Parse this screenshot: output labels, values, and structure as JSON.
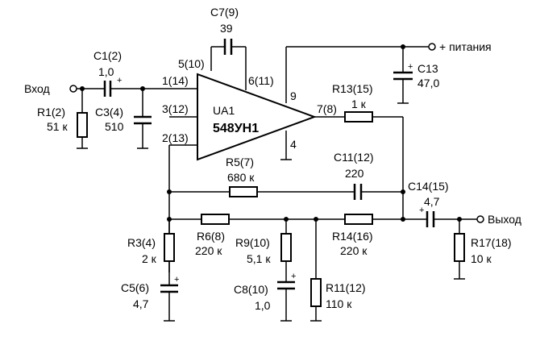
{
  "input_label": "Вход",
  "output_label": "Выход",
  "power_label": "+ питания",
  "opamp": {
    "name": "UA1",
    "part": "548УН1"
  },
  "pins": {
    "p1": "1(14)",
    "p2": "2(13)",
    "p3": "3(12)",
    "p4": "4",
    "p5": "5(10)",
    "p6": "6(11)",
    "p7": "7(8)",
    "p9": "9"
  },
  "components": {
    "C1": {
      "ref": "C1(2)",
      "value": "1,0"
    },
    "R1": {
      "ref": "R1(2)",
      "value": "51 к"
    },
    "C3": {
      "ref": "C3(4)",
      "value": "510"
    },
    "C7": {
      "ref": "C7(9)",
      "value": "39"
    },
    "C13": {
      "ref": "C13",
      "value": "47,0"
    },
    "R13": {
      "ref": "R13(15)",
      "value": "1 к"
    },
    "R5": {
      "ref": "R5(7)",
      "value": "680 к"
    },
    "C11": {
      "ref": "C11(12)",
      "value": "220"
    },
    "C14": {
      "ref": "C14(15)",
      "value": "4,7"
    },
    "R3": {
      "ref": "R3(4)",
      "value": "2 к"
    },
    "R6": {
      "ref": "R6(8)",
      "value": "220 к"
    },
    "R9": {
      "ref": "R9(10)",
      "value": "5,1 к"
    },
    "R14": {
      "ref": "R14(16)",
      "value": "220 к"
    },
    "R17": {
      "ref": "R17(18)",
      "value": "10 к"
    },
    "C5": {
      "ref": "C5(6)",
      "value": "4,7"
    },
    "C8": {
      "ref": "C8(10)",
      "value": "1,0"
    },
    "R11": {
      "ref": "R11(12)",
      "value": "110 к"
    }
  },
  "plus_sign": "+"
}
